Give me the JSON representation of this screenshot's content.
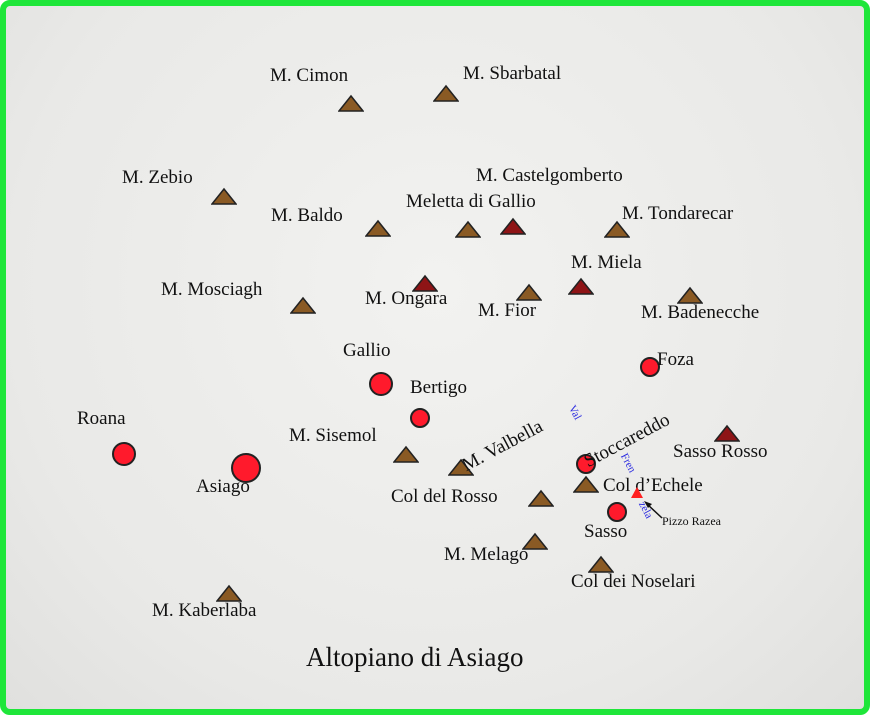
{
  "title": "Altopiano di Asiago",
  "colors": {
    "peak": "#8a5a24",
    "peak_highlight": "#8e1416",
    "town": "#ff1a2c",
    "valley_label": "#2a2ae0",
    "frame": "#1fe63a"
  },
  "peaks": [
    "M. Cimon",
    "M. Sbarbatal",
    "M. Zebio",
    "M. Baldo",
    "Meletta di Gallio",
    "M. Castelgomberto",
    "M. Tondarecar",
    "M. Ongara",
    "M. Mosciagh",
    "M. Fior",
    "M. Miela",
    "M. Badenecche",
    "Sasso Rosso",
    "M. Sisemol",
    "M. Valbella",
    "Col del Rosso",
    "Col d’Echele",
    "M. Melago",
    "Col dei Noselari",
    "M. Kaberlaba"
  ],
  "towns": [
    "Gallio",
    "Bertigo",
    "Roana",
    "Asiago",
    "Foza",
    "Stoccareddo",
    "Sasso"
  ],
  "valley": {
    "part1": "Val",
    "part2": "Fren",
    "part3": "zela"
  },
  "point": {
    "label": "Pizzo Razea"
  }
}
